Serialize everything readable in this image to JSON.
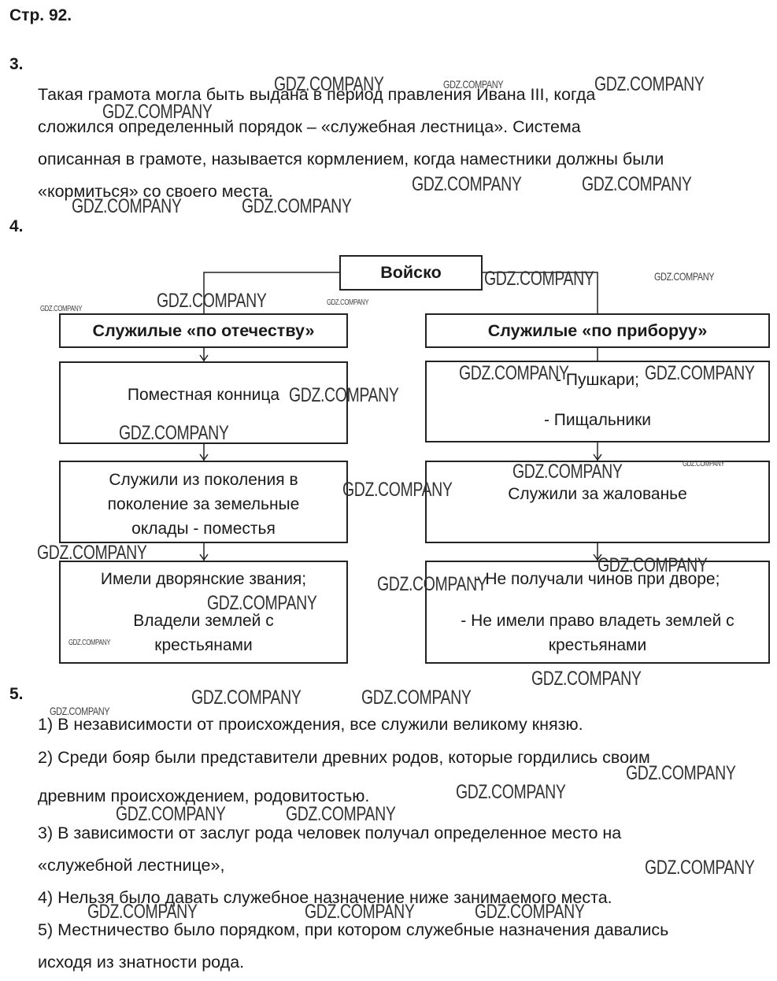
{
  "page_header": "Стр. 92.",
  "section3": {
    "number": "3.",
    "lines": [
      "Такая грамота могла быть выдана в период правления Ивана III, когда",
      "сложился определенный порядок – «служебная лестница». Система",
      "описанная в грамоте, называется кормлением, когда наместники должны были",
      "«кормиться» со своего места."
    ]
  },
  "section4": {
    "number": "4.",
    "diagram": {
      "root": "Войско",
      "left": {
        "title": "Служилые «по отечеству»",
        "box1": "Поместная конница",
        "box2": [
          "Служили из поколения в",
          "поколение за земельные",
          "оклады - поместья"
        ],
        "box3_line1": "Имели дворянские звания;",
        "box3_line2": [
          "Владели землей с",
          "крестьянами"
        ]
      },
      "right": {
        "title": "Служилые «по приборуу»",
        "box1": [
          "- Пушкари;",
          "- Пищальники"
        ],
        "box2": "Служили за жалованье",
        "box3_line1": "- Не получали чинов при дворе;",
        "box3_line2": [
          "- Не имели право владеть землей с",
          "крестьянами"
        ]
      }
    }
  },
  "section5": {
    "number": "5.",
    "lines": [
      "1) В независимости от происхождения, все служили великому князю.",
      "2) Среди бояр были представители древних родов, которые гордились своим",
      "древним происхождением, родовитостью.",
      "3) В зависимости от заслуг рода человек получал определенное место на",
      "«служебной лестнице»,",
      "4) Нельзя было давать служебное назначение ниже занимаемого места.",
      "5) Местничество было порядком, при котором служебные назначения давались",
      "исходя из знатности рода."
    ]
  },
  "watermark": "GDZ.COMPANY"
}
